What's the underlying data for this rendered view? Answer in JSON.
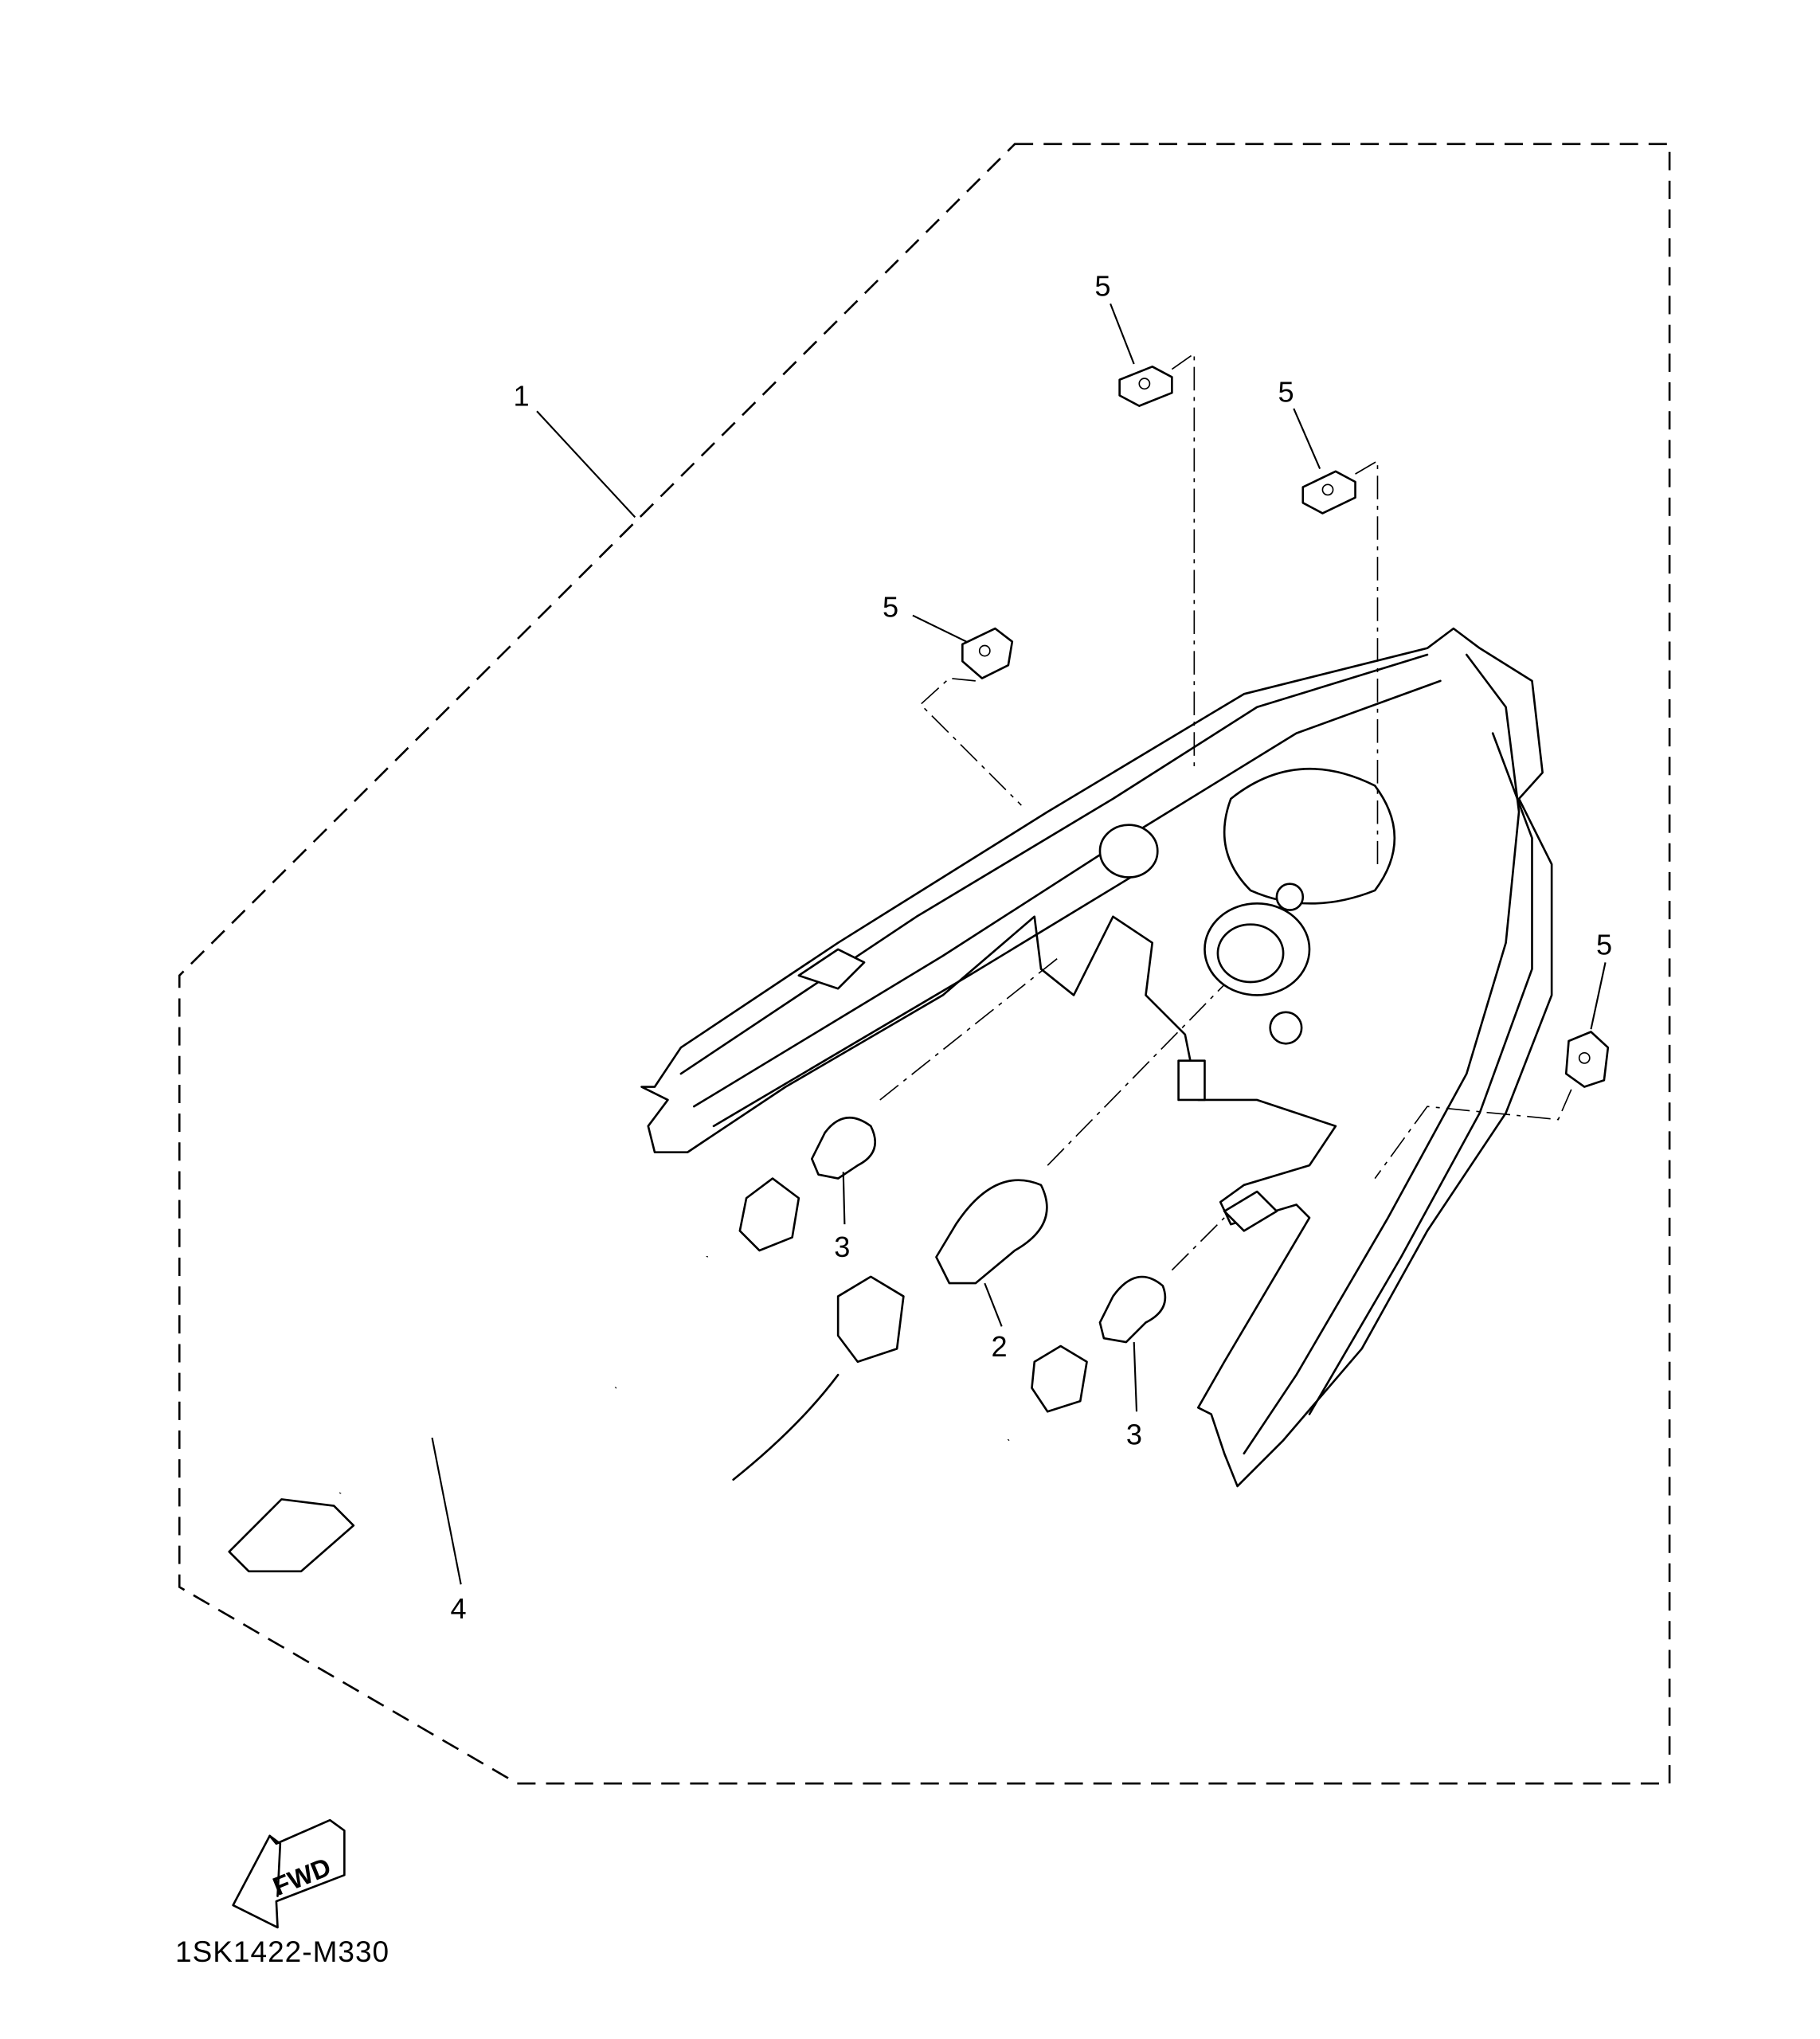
{
  "diagram": {
    "callouts": {
      "assembly": "1",
      "bulb_stop": "2",
      "bulb_left": "3",
      "bulb_right": "3",
      "harness": "4",
      "nut_a": "5",
      "nut_b": "5",
      "nut_c": "5",
      "nut_d": "5"
    },
    "fwd_arrow": "FWD",
    "diagram_code": "1SK1422-M330"
  }
}
